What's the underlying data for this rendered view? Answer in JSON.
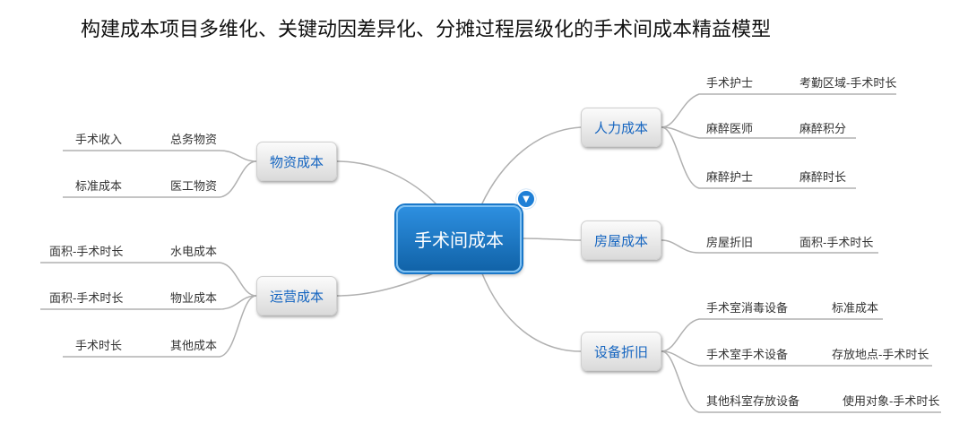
{
  "title": "构建成本项目多维化、关键动因差异化、分摊过程层级化的手术间成本精益模型",
  "colors": {
    "center_fill": "#1a78c9",
    "branch_text": "#1565c0",
    "line": "#b0b0b0"
  },
  "icons": {
    "collapse": "chevron-down-icon"
  },
  "root": {
    "label": "手术间成本",
    "collapse_glyph": "▼"
  },
  "branches": [
    {
      "label": "人力成本",
      "items": [
        {
          "item": "手术护士",
          "driver": "考勤区域-手术时长"
        },
        {
          "item": "麻醉医师",
          "driver": "麻醉积分"
        },
        {
          "item": "麻醉护士",
          "driver": "麻醉时长"
        }
      ]
    },
    {
      "label": "房屋成本",
      "items": [
        {
          "item": "房屋折旧",
          "driver": "面积-手术时长"
        }
      ]
    },
    {
      "label": "设备折旧",
      "items": [
        {
          "item": "手术室消毒设备",
          "driver": "标准成本"
        },
        {
          "item": "手术室手术设备",
          "driver": "存放地点-手术时长"
        },
        {
          "item": "其他科室存放设备",
          "driver": "使用对象-手术时长"
        }
      ]
    },
    {
      "label": "物资成本",
      "items": [
        {
          "item": "总务物资",
          "driver": "手术收入"
        },
        {
          "item": "医工物资",
          "driver": "标准成本"
        }
      ]
    },
    {
      "label": "运营成本",
      "items": [
        {
          "item": "水电成本",
          "driver": "面积-手术时长"
        },
        {
          "item": "物业成本",
          "driver": "面积-手术时长"
        },
        {
          "item": "其他成本",
          "driver": "手术时长"
        }
      ]
    }
  ]
}
